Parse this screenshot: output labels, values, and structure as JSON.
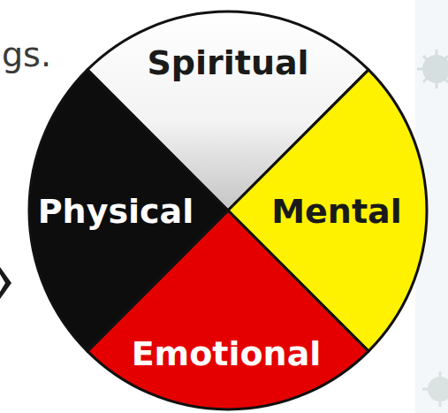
{
  "diagram": {
    "nodes": [
      {
        "text": [
          "Spiritual"
        ]
      },
      {
        "text": [
          "Mental"
        ]
      },
      {
        "text": [
          "Emotional"
        ]
      },
      {
        "text": [
          "Physical"
        ]
      }
    ],
    "labels": [
      "gs."
    ]
  }
}
